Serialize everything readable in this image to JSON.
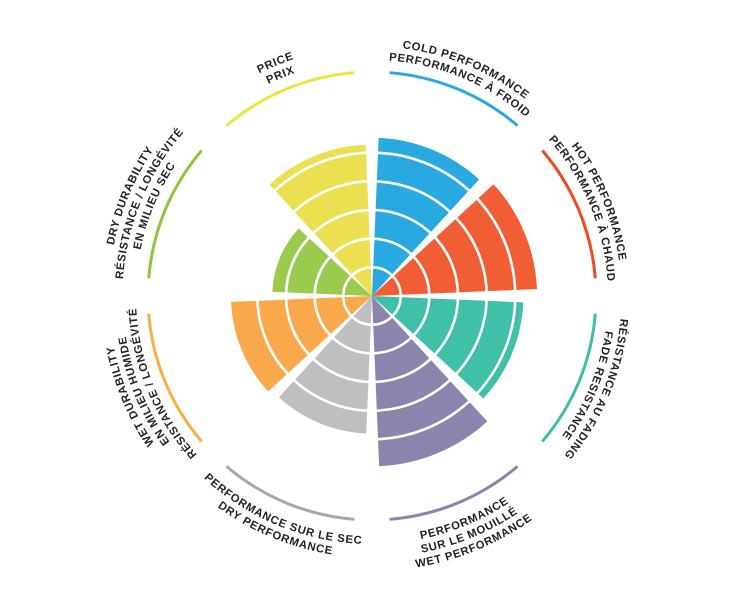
{
  "page": {
    "background": "#FFFFFF",
    "text_color": "#231F20"
  },
  "chart_data": {
    "type": "polar-wedge",
    "title": "",
    "description": "Bilingual (English/French) product performance wheel with 8 colored wedge segments, concentric white grid rings and colored outer arcs with curved labels",
    "max_value": 10,
    "ylim": [
      0,
      10
    ],
    "rings": 5,
    "grid": true,
    "legend_position": "curved-labels-around-wheel",
    "segments": [
      {
        "id": "cold-performance",
        "value": 9.2,
        "color": "#2AA9E0",
        "arc_color": "#29A8DF",
        "flip": false,
        "label_lines": [
          "PERFORMANCE À FROID",
          "COLD PERFORMANCE"
        ]
      },
      {
        "id": "hot-performance",
        "value": 9.6,
        "color": "#F15E36",
        "arc_color": "#EF4A23",
        "flip": false,
        "label_lines": [
          "PERFORMANCE À CHAUD",
          "HOT PERFORMANCE"
        ]
      },
      {
        "id": "fade-resistance",
        "value": 8.8,
        "color": "#40BFA9",
        "arc_color": "#3FBDA7",
        "flip": false,
        "label_lines": [
          "FADE RESISTANCE",
          "RÉSISTANCE AU FADING"
        ]
      },
      {
        "id": "wet-performance",
        "value": 9.9,
        "color": "#8B85AE",
        "arc_color": "#8A84AC",
        "flip": true,
        "label_lines": [
          "PERFORMANCE",
          "SUR LE MOUILLÉ",
          "WET PERFORMANCE"
        ]
      },
      {
        "id": "dry-performance",
        "value": 8.0,
        "color": "#BDBFC1",
        "arc_color": "#A6A8AB",
        "flip": true,
        "label_lines": [
          "PERFORMANCE SUR LE SEC",
          "DRY PERFORMANCE"
        ]
      },
      {
        "id": "wet-durability",
        "value": 8.2,
        "color": "#F9A94B",
        "arc_color": "#FBAE42",
        "flip": false,
        "label_lines": [
          "RÉSISTANCE / LONGÉVITÉ",
          "EN MILIEU HUMIDE",
          "WET DURABILITY"
        ]
      },
      {
        "id": "dry-durability",
        "value": 5.8,
        "color": "#9ACB4F",
        "arc_color": "#8DC63F",
        "flip": false,
        "label_lines": [
          "EN MILIEU SEC",
          "RÉSISTANCE / LONGÉVITÉ",
          "DRY DURABILITY"
        ]
      },
      {
        "id": "price",
        "value": 8.8,
        "color": "#EBDF52",
        "arc_color": "#EFE33D",
        "flip": false,
        "label_lines": [
          "PRIX",
          "PRICE"
        ]
      }
    ]
  }
}
